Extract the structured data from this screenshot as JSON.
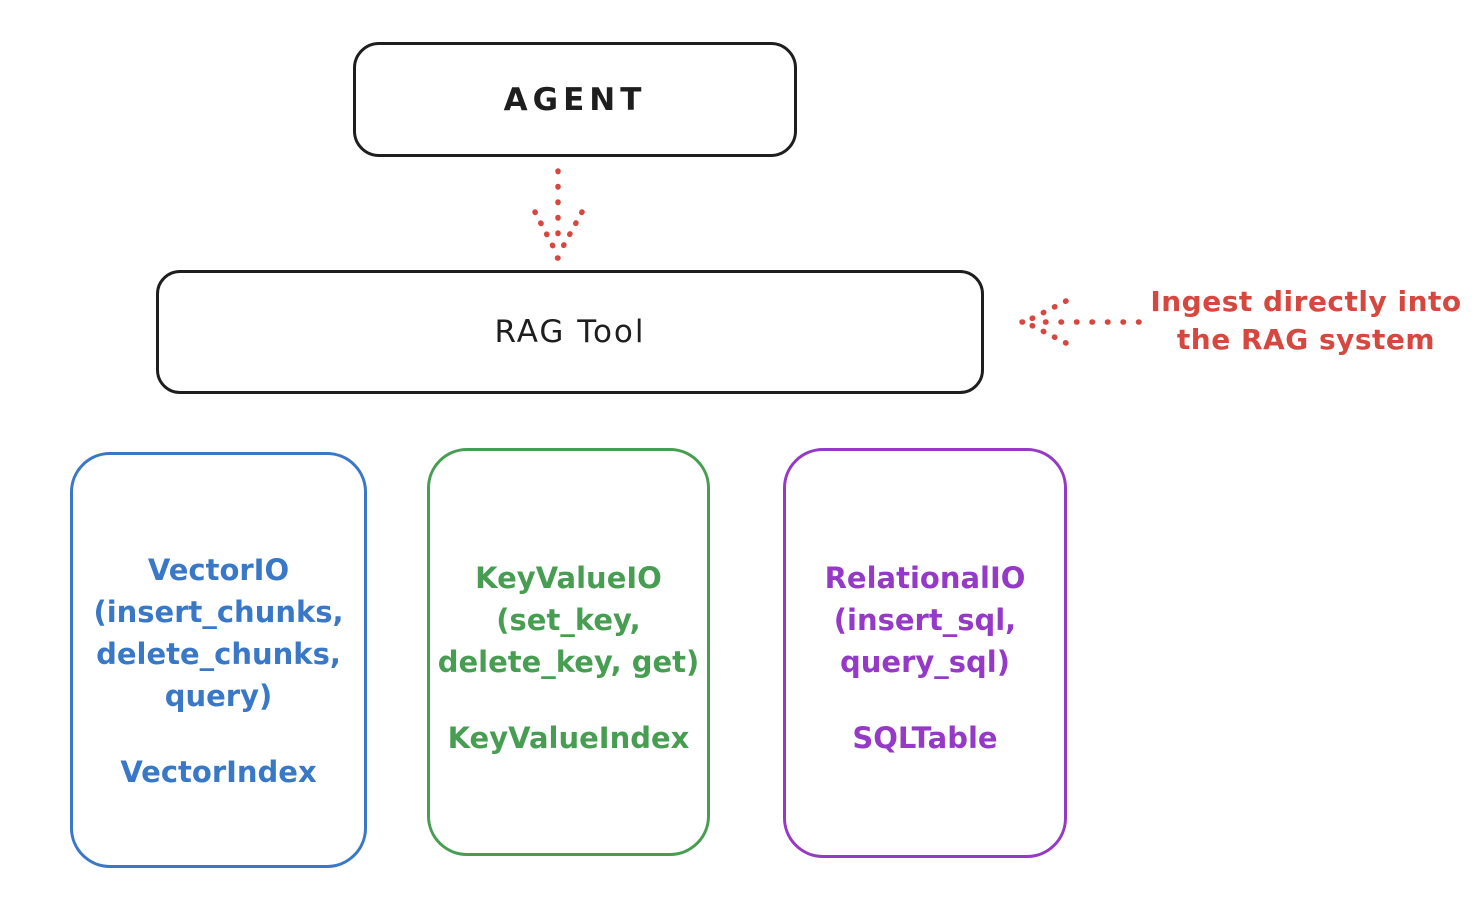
{
  "agent_box": {
    "label": "AGENT"
  },
  "rag_tool_box": {
    "label": "RAG Tool"
  },
  "annotation": {
    "text_line1": "Ingest directly into",
    "text_line2": "the RAG system",
    "color": "#d6473f"
  },
  "arrows": {
    "agent_to_rag": {
      "style": "dotted",
      "direction": "down",
      "color": "#d6473f"
    },
    "annotation_to_rag": {
      "style": "dotted",
      "direction": "left",
      "color": "#d6473f"
    }
  },
  "colors": {
    "ink": "#1e1e1e",
    "red": "#d6473f",
    "blue": "#3878c7",
    "green": "#479e52",
    "purple": "#9539c7",
    "background": "#ffffff"
  },
  "io_boxes": [
    {
      "id": "vector-io",
      "color": "#3878c7",
      "lines": [
        "VectorIO",
        "(insert_chunks,",
        "delete_chunks,",
        "query)"
      ],
      "index_label": "VectorIndex"
    },
    {
      "id": "keyvalue-io",
      "color": "#479e52",
      "lines": [
        "KeyValueIO",
        "(set_key,",
        "delete_key, get)"
      ],
      "index_label": "KeyValueIndex"
    },
    {
      "id": "relational-io",
      "color": "#9539c7",
      "lines": [
        "RelationalIO",
        "(insert_sql,",
        "query_sql)"
      ],
      "index_label": "SQLTable"
    }
  ]
}
